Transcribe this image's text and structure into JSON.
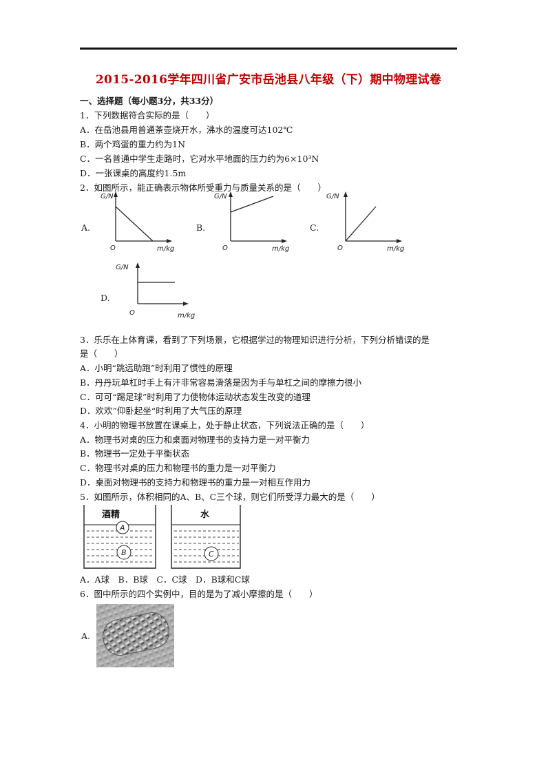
{
  "title": "2015-2016学年四川省广安市岳池县八年级（下）期中物理试卷",
  "section1": "一、选择题（每小题3分，共33分）",
  "q1": {
    "stem": "1．下列数据符合实际的是（　　）",
    "options": [
      "A．在岳池县用普通茶壶烧开水，沸水的温度可达102℃",
      "B．两个鸡蛋的重力约为1N",
      "C．一名普通中学生走路时，它对水平地面的压力约为6×10³N",
      "D．一张课桌的高度约1.5m"
    ]
  },
  "q2": {
    "stem": "2．如图所示，能正确表示物体所受重力与质量关系的是（　　）",
    "option_labels": [
      "A.",
      "B.",
      "C.",
      "D."
    ],
    "y_axis_label": "G/N",
    "x_axis_label": "m/kg",
    "origin_label": "O"
  },
  "q3": {
    "stem1": "3．乐乐在上体育课，看到了下列场景，它根据学过的物理知识进行分析，下列分析错误的是",
    "stem2": "是（　　）",
    "options": [
      "A．小明“跳远助跑”时利用了惯性的原理",
      "B．丹丹玩单杠时手上有汗非常容易滑落是因为手与单杠之间的摩擦力很小",
      "C．可可“踢足球”时利用了力使物体运动状态发生改变的道理",
      "D．欢欢”仰卧起坐“时利用了大气压的原理"
    ]
  },
  "q4": {
    "stem": "4．小明的物理书放置在课桌上，处于静止状态，下列说法正确的是（　　）",
    "options": [
      "A．物理书对桌的压力和桌面对物理书的支持力是一对平衡力",
      "B．物理书一定处于平衡状态",
      "C．物理书对桌的压力和物理书的重力是一对平衡力",
      "D．桌面对物理书的支持力和物理书的重力是一对相互作用力"
    ]
  },
  "q5": {
    "stem": "5．如图所示，体积相同的A、B、C三个球，则它们所受浮力最大的是（　　）",
    "beaker1": "酒精",
    "beaker2": "水",
    "balls": [
      "A",
      "B",
      "C"
    ],
    "answers": "A．A球　B．B球　C．C球　D．B球和C球"
  },
  "q6": {
    "stem": "6．图中所示的四个实例中，目的是为了减小摩擦的是（　　）",
    "option_a": "A."
  }
}
